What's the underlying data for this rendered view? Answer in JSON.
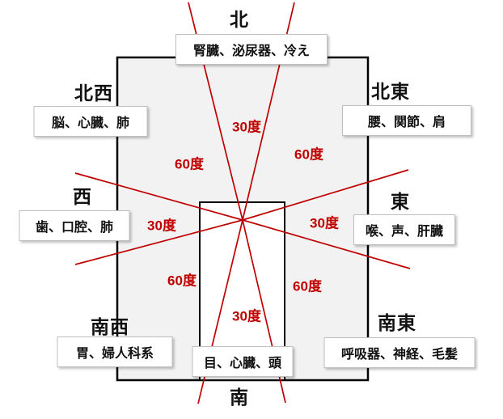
{
  "diagram": {
    "description": "Japanese direction / body-ailment compass diagram with 30 and 60 degree sectors",
    "colors": {
      "sector_line_red": "#c00000",
      "square_fill": "#f2f2f2",
      "square_border": "#000000",
      "box_border": "#bfbfbf",
      "text_black": "#111111"
    },
    "directions": [
      {
        "id": "north",
        "label": "北",
        "ailments": "腎臓、泌尿器、冷え"
      },
      {
        "id": "northwest",
        "label": "北西",
        "ailments": "脳、心臓、肺"
      },
      {
        "id": "northeast",
        "label": "北東",
        "ailments": "腰、関節、肩"
      },
      {
        "id": "west",
        "label": "西",
        "ailments": "歯、口腔、肺"
      },
      {
        "id": "east",
        "label": "東",
        "ailments": "喉、声、肝臓"
      },
      {
        "id": "southwest",
        "label": "南西",
        "ailments": "胃、婦人科系"
      },
      {
        "id": "southeast",
        "label": "南東",
        "ailments": "呼吸器、神経、毛髪"
      },
      {
        "id": "south",
        "label": "南",
        "ailments": "目、心臓、頭"
      }
    ],
    "sector_angles": [
      {
        "id": "north-sector",
        "label": "30度"
      },
      {
        "id": "northeast-sector",
        "label": "60度"
      },
      {
        "id": "east-sector",
        "label": "30度"
      },
      {
        "id": "southeast-sector",
        "label": "60度"
      },
      {
        "id": "south-sector",
        "label": "30度"
      },
      {
        "id": "southwest-sector",
        "label": "60度"
      },
      {
        "id": "west-sector",
        "label": "30度"
      },
      {
        "id": "northwest-sector",
        "label": "60度"
      }
    ]
  }
}
